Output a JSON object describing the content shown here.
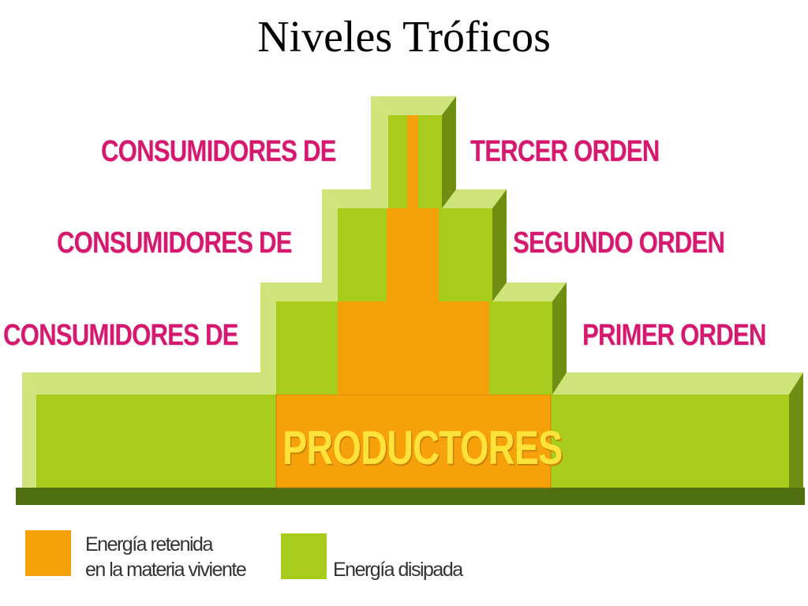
{
  "title": "Niveles Tróficos",
  "levels": {
    "third": {
      "left": "CONSUMIDORES DE",
      "right": "TERCER ORDEN"
    },
    "second": {
      "left": "CONSUMIDORES DE",
      "right": "SEGUNDO ORDEN"
    },
    "first": {
      "left": "CONSUMIDORES DE",
      "right": "PRIMER ORDEN"
    },
    "producers": "PRODUCTORES"
  },
  "legend": {
    "retained_line1": "Energía retenida",
    "retained_line2": "en la materia viviente",
    "dissipated": "Energía disipada"
  },
  "colors": {
    "label": "#d4196e",
    "retained": "#f7a10a",
    "dissipated": "#a8cc1c",
    "dissipated_light": "#cfe47a",
    "dissipated_dark": "#6e8f12",
    "base_shadow": "#4f6f10",
    "producers_text": "#ffe23a"
  }
}
